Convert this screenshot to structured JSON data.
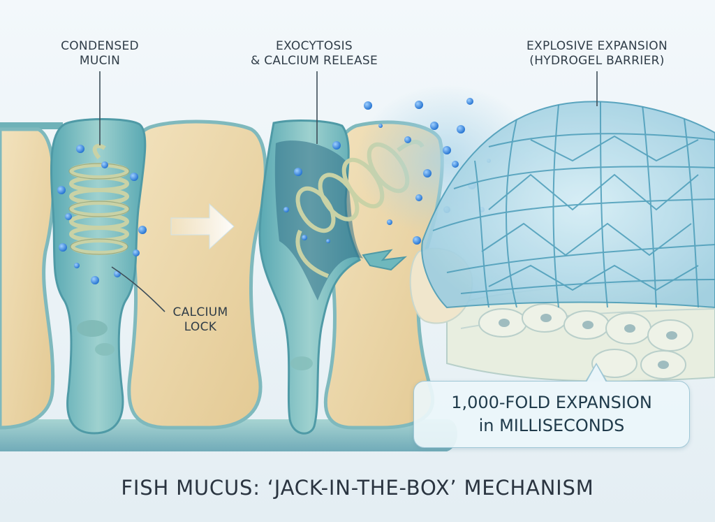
{
  "labels": {
    "condensed_mucin": [
      "CONDENSED",
      "MUCIN"
    ],
    "exocytosis": [
      "EXOCYTOSIS",
      "& CALCIUM RELEASE"
    ],
    "explosive_expansion": [
      "EXPLOSIVE EXPANSION",
      "(HYDROGEL BARRIER)"
    ],
    "calcium_lock": [
      "CALCIUM",
      "LOCK"
    ]
  },
  "callout": [
    "1,000-FOLD EXPANSION",
    "in MILLISECONDS"
  ],
  "title": "FISH MUCUS: ‘JACK-IN-THE-BOX’ MECHANISM",
  "colors": {
    "background": "#eef5f8",
    "cell_cream": "#ecd8ab",
    "goblet_teal": "#6fb8bd",
    "mucin_coil": "#c9d2a6",
    "calcium_ion": "#2f7fd8",
    "hydrogel_mesh": "#4a9cb8"
  }
}
